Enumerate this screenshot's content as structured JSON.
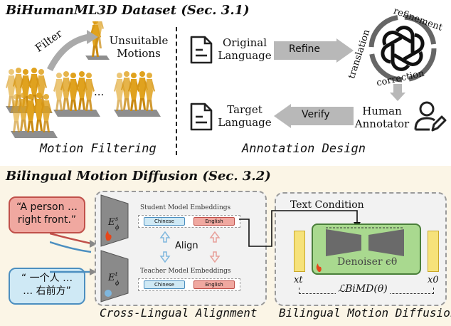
{
  "top": {
    "title": "BiHumanML3D Dataset (Sec. 3.1)",
    "filter_label": "Filter",
    "unsuitable_label": "Unsuitable\nMotions",
    "ellipsis": "...",
    "motion_filtering_caption": "Motion Filtering",
    "original_language": "Original\nLanguage",
    "refine_label": "Refine",
    "target_language": "Target\nLanguage",
    "verify_label": "Verify",
    "human_annotator": "Human\nAnnotator",
    "translation_label": "translation",
    "refinement_label": "refinement",
    "correction_label": "correction",
    "annotation_design_caption": "Annotation Design"
  },
  "bottom": {
    "title": "Bilingual Motion Diffusion (Sec. 3.2)",
    "english_prompt": "“A person …\nright front.”",
    "chinese_prompt": "“ 一个人 …\n… 右前方”",
    "student_embeddings": "Student Model Embeddings",
    "teacher_embeddings": "Teacher Model Embeddings",
    "chinese_chip": "Chinese",
    "english_chip": "English",
    "align_label": "Align",
    "text_condition": "Text Condition",
    "denoiser_label": "Denoiser ϵθ",
    "xt_label": "xt",
    "x0_label": "x0",
    "loss_label": "ℒBiMD(θ)",
    "cross_lingual_caption": "Cross-Lingual Alignment",
    "bilingual_caption": "Bilingual Motion Diffusion"
  },
  "colors": {
    "motion_gold": "#e0a21e",
    "arrow_gray": "#b8b8b8",
    "english_red_bg": "#f0a8a0",
    "chinese_blue_bg": "#cfe9f5",
    "denoiser_green": "#a9d98f",
    "condition_yellow": "#f6e27a",
    "bottom_bg": "#fbf5e6"
  }
}
